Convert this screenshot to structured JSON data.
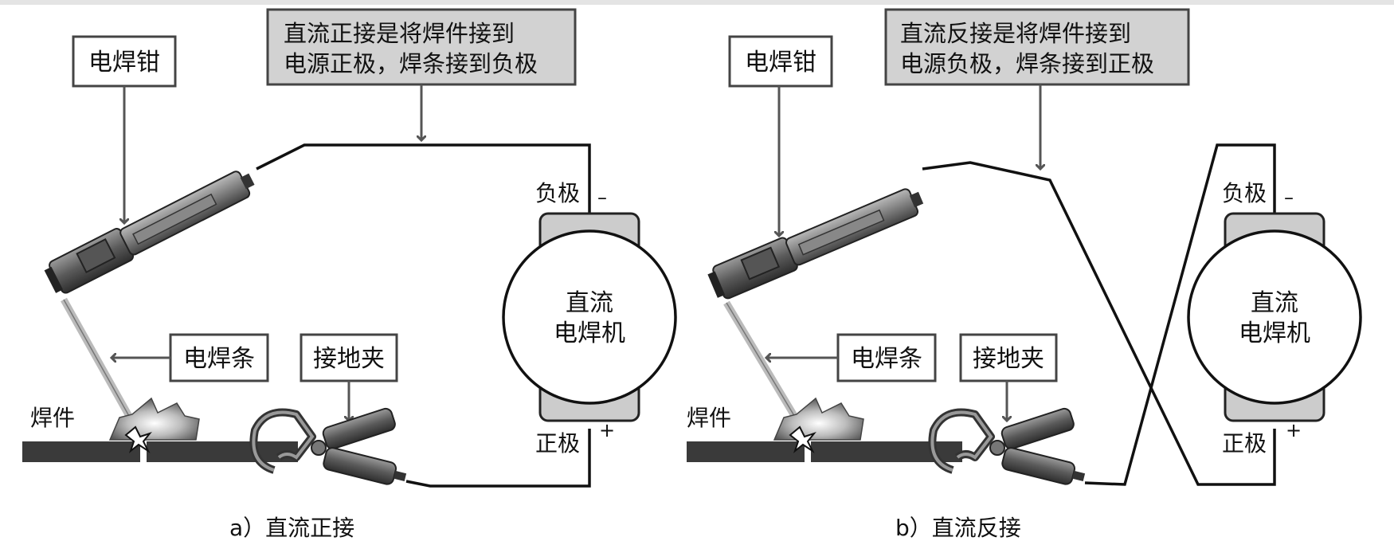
{
  "panels": [
    {
      "id": "a",
      "holder_label": "电焊钳",
      "note_line1": "直流正接是将焊件接到",
      "note_line2": "电源正极，焊条接到负极",
      "neg_label": "负极",
      "neg_sign": "–",
      "pos_label": "正极",
      "pos_sign": "+",
      "machine_line1": "直流",
      "machine_line2": "电焊机",
      "electrode_label": "电焊条",
      "clamp_label": "接地夹",
      "workpiece_label": "焊件",
      "caption": "a）直流正接"
    },
    {
      "id": "b",
      "holder_label": "电焊钳",
      "note_line1": "直流反接是将焊件接到",
      "note_line2": "电源负极，焊条接到正极",
      "neg_label": "负极",
      "neg_sign": "–",
      "pos_label": "正极",
      "pos_sign": "+",
      "machine_line1": "直流",
      "machine_line2": "电焊机",
      "electrode_label": "电焊条",
      "clamp_label": "接地夹",
      "workpiece_label": "焊件",
      "caption": "b）直流反接"
    }
  ],
  "colors": {
    "note_fill": "#d2d2d2",
    "machine_pad": "#cccccc",
    "workpiece": "#3a3a3a",
    "wire": "#111111"
  }
}
